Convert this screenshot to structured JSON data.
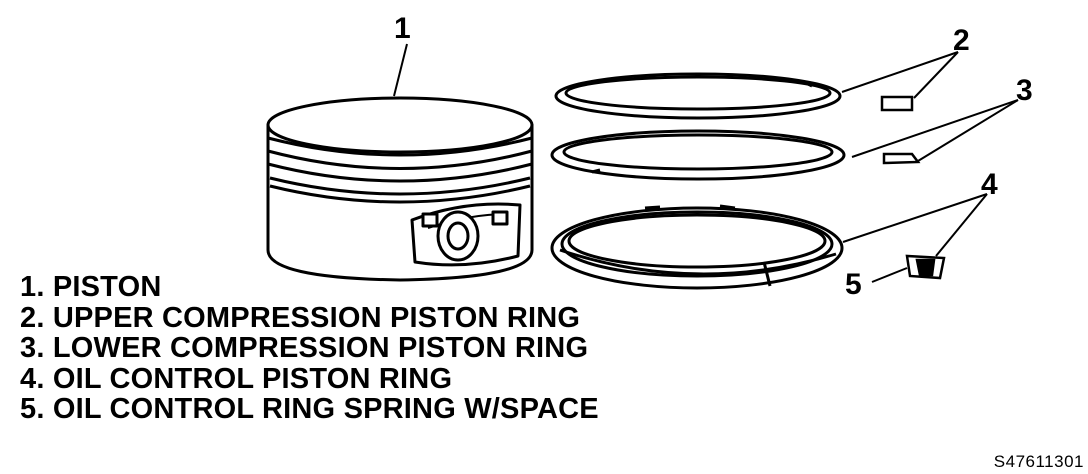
{
  "callouts": [
    "1",
    "2",
    "3",
    "4",
    "5"
  ],
  "legend": [
    "1. PISTON",
    "2. UPPER COMPRESSION PISTON RING",
    "3. LOWER COMPRESSION PISTON RING",
    "4. OIL CONTROL PISTON RING",
    "5. OIL CONTROL RING SPRING W/SPACE"
  ],
  "figure_code": "S47611301"
}
